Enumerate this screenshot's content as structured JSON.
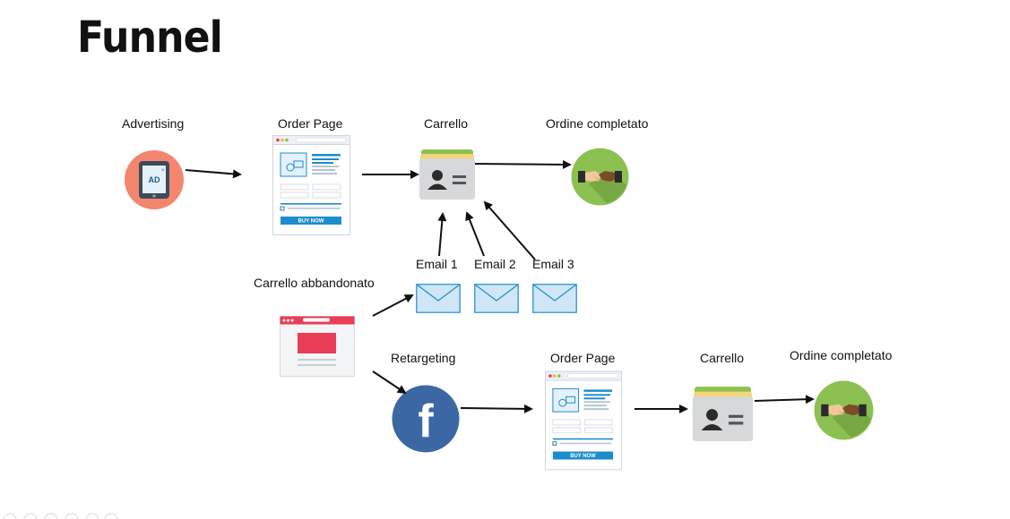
{
  "title": "Funnel",
  "labels": {
    "advertising": "Advertising",
    "order_page_1": "Order Page",
    "carrello_1": "Carrello",
    "ordine_completato_1": "Ordine completato",
    "email_1": "Email 1",
    "email_2": "Email 2",
    "email_3": "Email 3",
    "carrello_abbandonato": "Carrello abbandonato",
    "retargeting": "Retargeting",
    "order_page_2": "Order Page",
    "carrello_2": "Carrello",
    "ordine_completato_2": "Ordine completato"
  },
  "icons": {
    "ad_text": "AD",
    "buy_now": "BUY NOW",
    "facebook_letter": "f"
  },
  "colors": {
    "ad_circle": "#f4866e",
    "success_circle": "#8cc152",
    "facebook": "#3b68a4",
    "accent_blue": "#1b8ccc",
    "envelope": "#cfe6f7",
    "abandoned_accent": "#ea3d57"
  }
}
